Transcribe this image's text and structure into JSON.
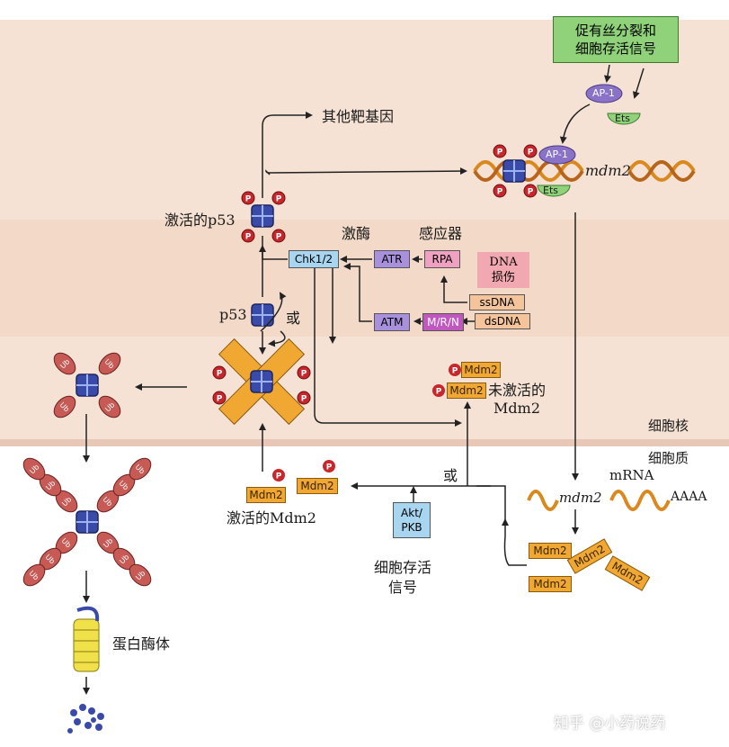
{
  "signal_box": "促有丝分裂和\n细胞存活信号",
  "ap1": "AP-1",
  "ets": "Ets",
  "mdm2_gene": "mdm2",
  "other_targets": "其他靶基因",
  "active_p53": "激活的p53",
  "kinase_label": "激酶",
  "sensor_label": "感应器",
  "chk": "Chk1/2",
  "atr": "ATR",
  "rpa": "RPA",
  "dna_damage": "DNA\n损伤",
  "ssdna": "ssDNA",
  "atm": "ATM",
  "mrn": "M/R/N",
  "dsdna": "dsDNA",
  "p53": "p53",
  "or": "或",
  "mdm2": "Mdm2",
  "inactive_mdm2": "未激活的\nMdm2",
  "nucleus": "细胞核",
  "cytoplasm": "细胞质",
  "mrna": "mRNA",
  "polya": "AAAA",
  "active_mdm2": "激活的Mdm2",
  "akt": "Akt/\nPKB",
  "survival": "细胞存活\n信号",
  "proteasome": "蛋白酶体",
  "ub": "Ub",
  "p": "P",
  "watermark": "知乎 @小药说药",
  "colors": {
    "nucleus": "#f5e2d4",
    "green": "#8fd27a",
    "purple": "#8a72c8",
    "blue_box": "#a8d6f0",
    "mdm2": "#f1a832",
    "p53_blue": "#3a4aa8",
    "phospho": "#c8262b",
    "ub": "#c85a55"
  }
}
